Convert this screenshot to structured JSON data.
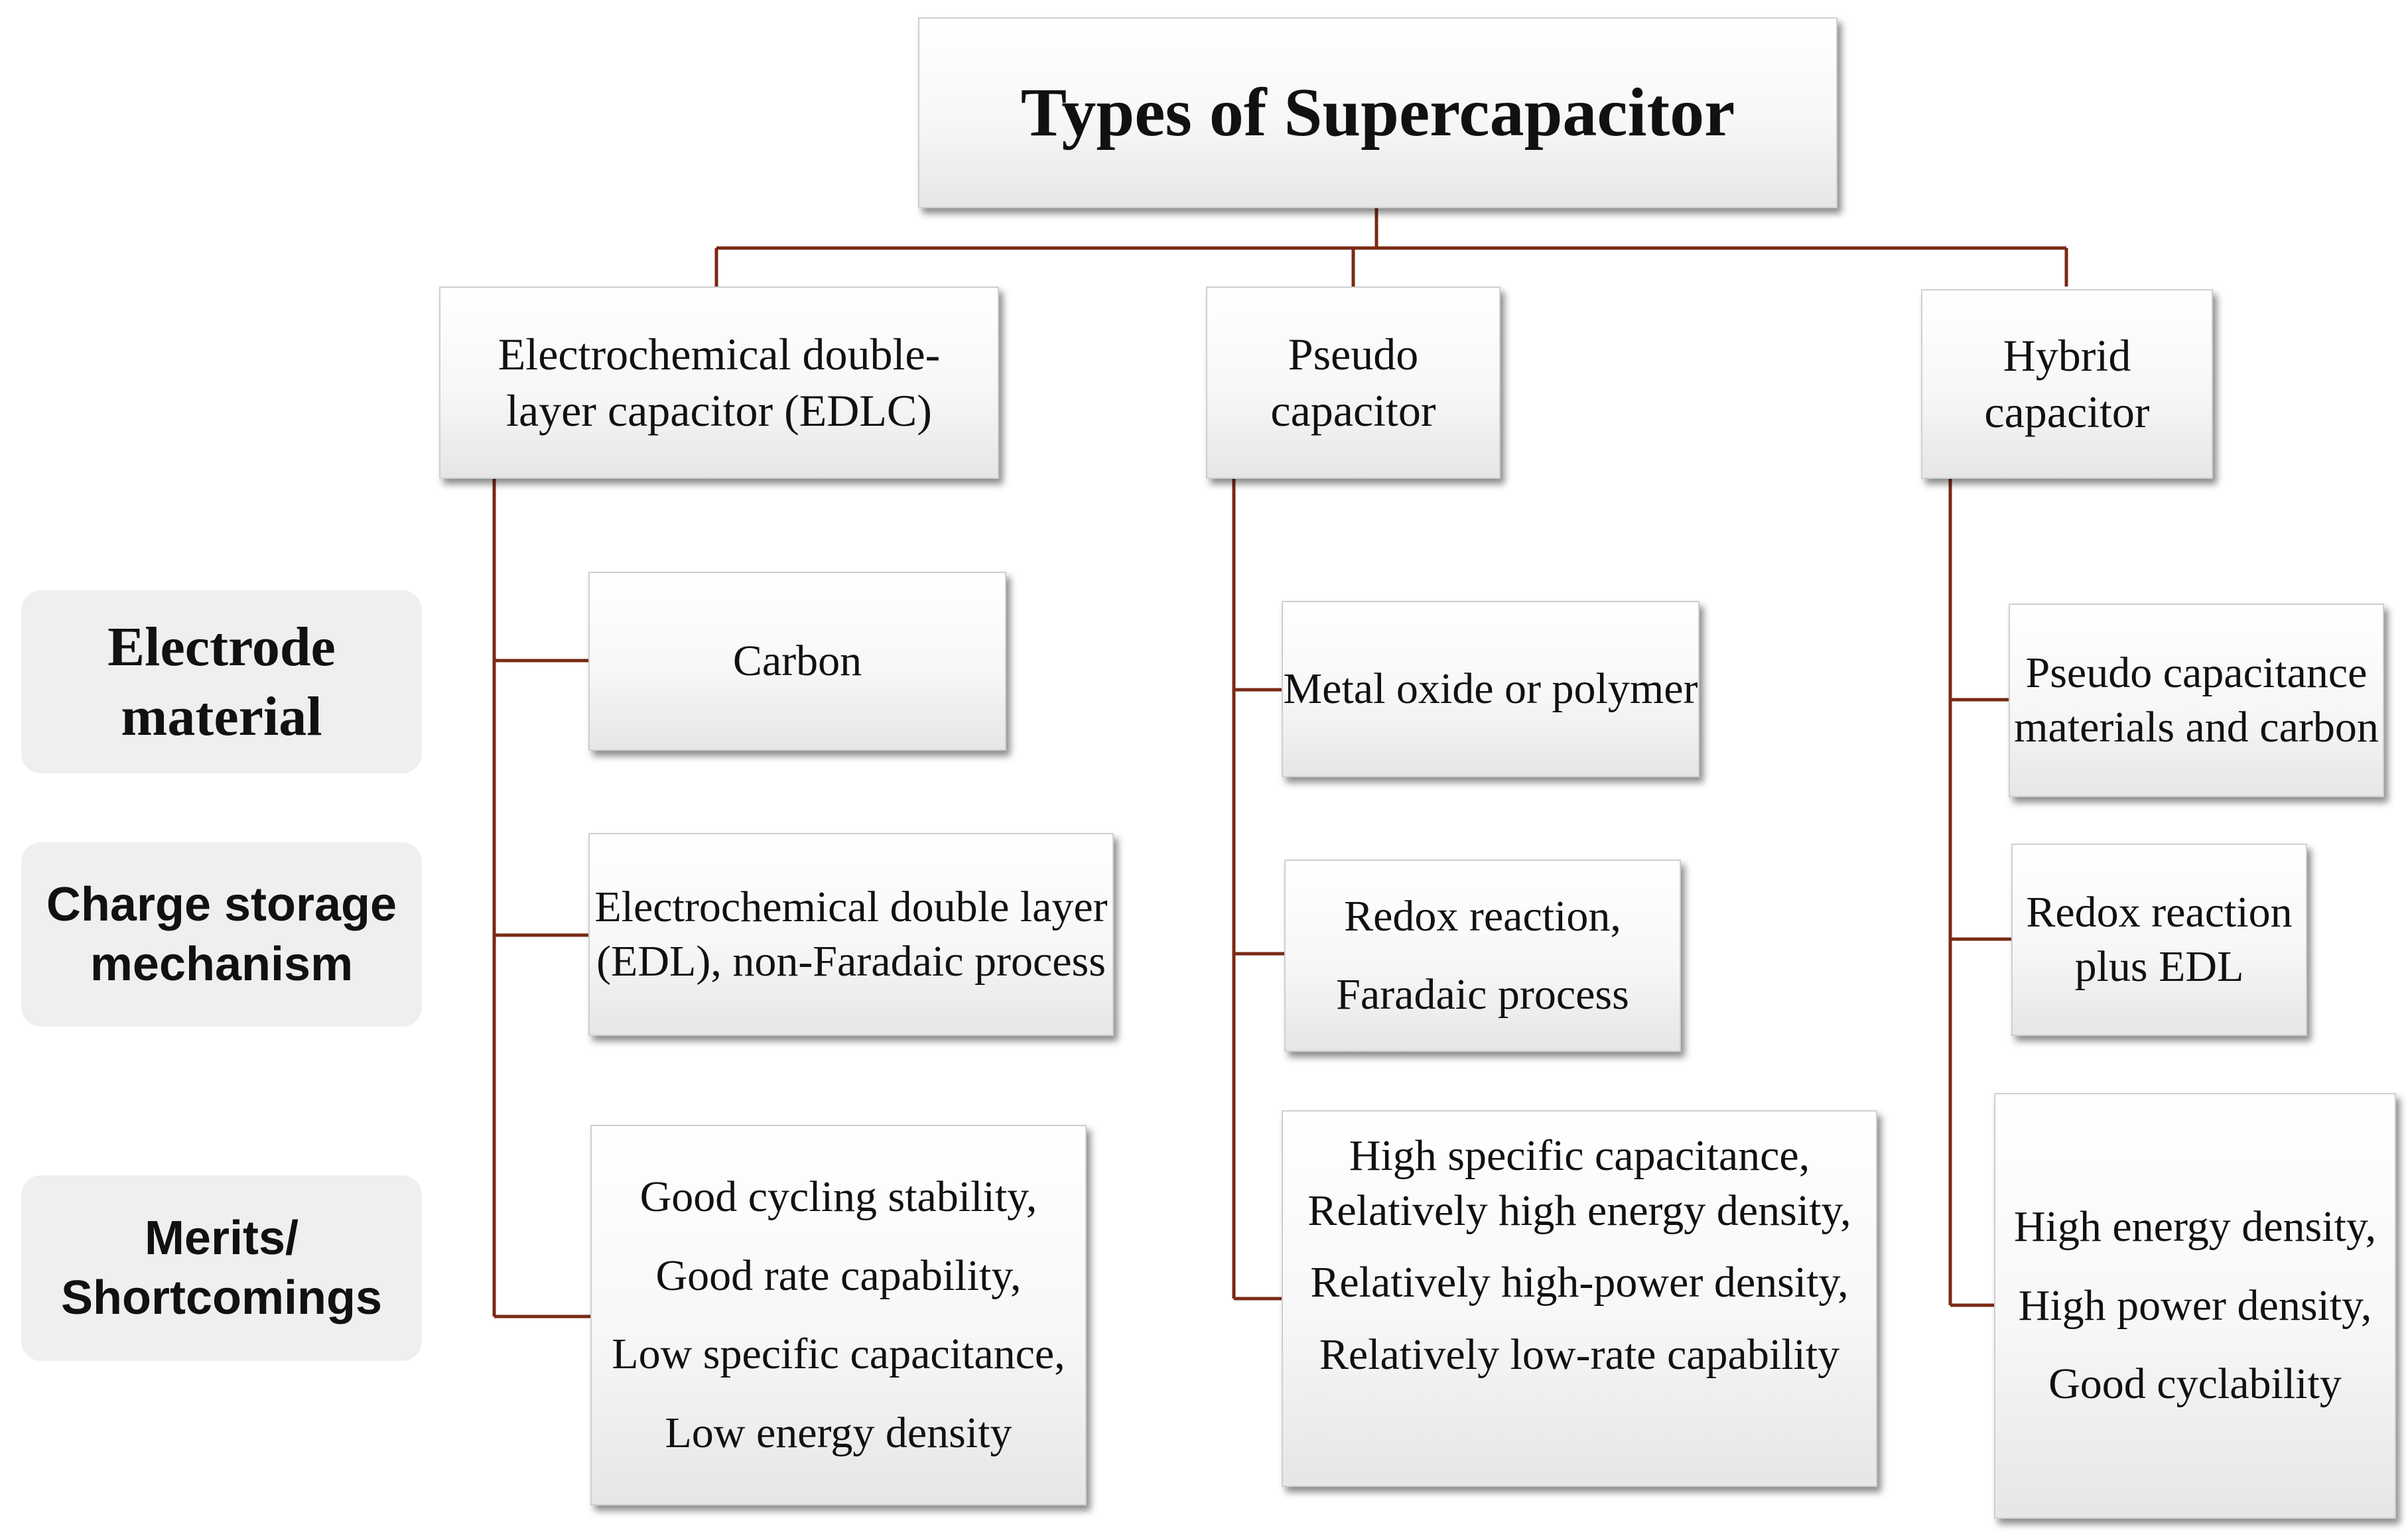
{
  "title": "Types of Supercapacitor",
  "types": {
    "edlc": "Electrochemical double-layer capacitor (EDLC)",
    "pseudo": "Pseudo capacitor",
    "hybrid": "Hybrid capacitor"
  },
  "categories": {
    "electrode": [
      "Electrode",
      "material"
    ],
    "mechanism": [
      "Charge storage",
      "mechanism"
    ],
    "merits": [
      "Merits/",
      "Shortcomings"
    ]
  },
  "edlc": {
    "electrode": [
      "Carbon"
    ],
    "mechanism": [
      "Electrochemical double layer",
      "(EDL), non-Faradaic process"
    ],
    "merits": [
      "Good cycling stability,",
      "Good rate capability,",
      "Low specific capacitance,",
      "Low energy density"
    ]
  },
  "pseudo": {
    "electrode": [
      "Metal oxide or polymer"
    ],
    "mechanism": [
      "Redox reaction,",
      "Faradaic process"
    ],
    "merits": [
      "High specific capacitance,",
      "Relatively high energy density,",
      "Relatively high-power density,",
      "Relatively low-rate capability"
    ]
  },
  "hybrid": {
    "electrode": [
      "Pseudo capacitance",
      "materials and carbon"
    ],
    "mechanism": [
      "Redox reaction",
      "plus EDL"
    ],
    "merits": [
      "High energy density,",
      "High power density,",
      "Good cyclability"
    ]
  },
  "colors": {
    "connector": "#7a2a14",
    "label_bg": "#efefef",
    "box_border": "#cfcfcf"
  }
}
